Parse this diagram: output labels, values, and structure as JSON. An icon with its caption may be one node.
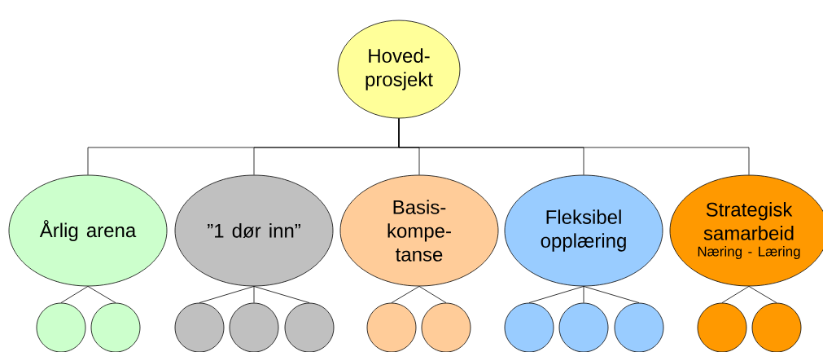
{
  "diagram": {
    "nodes": [
      {
        "text": [
          "Hoved- prosjekt"
        ]
      },
      {
        "text": [
          "Årlig arena"
        ]
      },
      {
        "text": [
          "”1 dør inn”"
        ]
      },
      {
        "text": [
          "Basis- kompe- tanse"
        ]
      },
      {
        "text": [
          "Fleksibel opplæring"
        ]
      },
      {
        "text": [
          "Strategisk samarbeid",
          "Næring - Læring"
        ]
      },
      {
        "text": [],
        "shape": "circle"
      },
      {
        "text": [],
        "shape": "circle"
      },
      {
        "text": [],
        "shape": "circle"
      },
      {
        "text": [],
        "shape": "circle"
      },
      {
        "text": [],
        "shape": "circle"
      },
      {
        "text": [],
        "shape": "circle"
      },
      {
        "text": [],
        "shape": "circle"
      },
      {
        "text": [],
        "shape": "circle"
      },
      {
        "text": [],
        "shape": "circle"
      },
      {
        "text": [],
        "shape": "circle"
      },
      {
        "text": [],
        "shape": "circle"
      },
      {
        "text": [],
        "shape": "circle"
      }
    ],
    "edges": [
      {
        "from": 0,
        "to": 1,
        "arrow": "none"
      },
      {
        "from": 0,
        "to": 2,
        "arrow": "none"
      },
      {
        "from": 0,
        "to": 3,
        "arrow": "none"
      },
      {
        "from": 0,
        "to": 4,
        "arrow": "none"
      },
      {
        "from": 0,
        "to": 5,
        "arrow": "none"
      },
      {
        "from": 1,
        "to": 6,
        "arrow": "none"
      },
      {
        "from": 1,
        "to": 7,
        "arrow": "none"
      },
      {
        "from": 2,
        "to": 8,
        "arrow": "none"
      },
      {
        "from": 2,
        "to": 9,
        "arrow": "none"
      },
      {
        "from": 2,
        "to": 10,
        "arrow": "none"
      },
      {
        "from": 3,
        "to": 11,
        "arrow": "none"
      },
      {
        "from": 3,
        "to": 12,
        "arrow": "none"
      },
      {
        "from": 4,
        "to": 13,
        "arrow": "none"
      },
      {
        "from": 4,
        "to": 14,
        "arrow": "none"
      },
      {
        "from": 4,
        "to": 15,
        "arrow": "none"
      },
      {
        "from": 5,
        "to": 16,
        "arrow": "none"
      },
      {
        "from": 5,
        "to": 17,
        "arrow": "none"
      }
    ]
  }
}
